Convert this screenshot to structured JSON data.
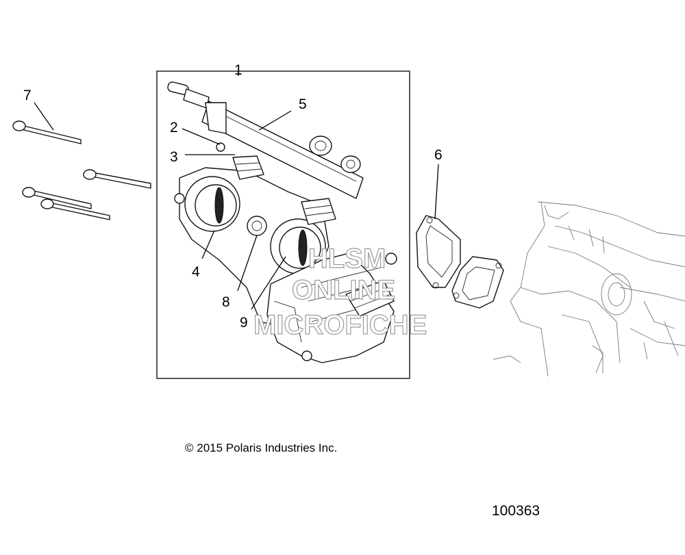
{
  "callouts": {
    "c1": "1",
    "c2": "2",
    "c3": "3",
    "c4": "4",
    "c5": "5",
    "c6": "6",
    "c7": "7",
    "c8": "8",
    "c9": "9"
  },
  "watermark": {
    "line1": "HLSM",
    "line2": "ONLINE",
    "line3": "MICROFICHE"
  },
  "copyright": "© 2015 Polaris Industries Inc.",
  "figure_number": "100363"
}
